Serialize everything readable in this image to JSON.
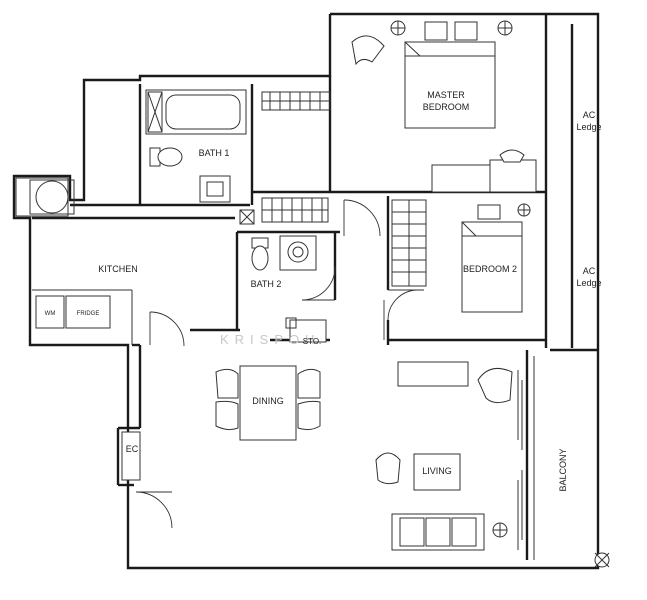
{
  "rooms": {
    "master_bedroom_line1": "MASTER",
    "master_bedroom_line2": "BEDROOM",
    "bath1": "BATH 1",
    "ac_ledge_top_line1": "AC",
    "ac_ledge_top_line2": "Ledge",
    "kitchen": "KITCHEN",
    "wm": "WM",
    "fridge": "FRIDGE",
    "bath2": "BATH 2",
    "bedroom2": "BEDROOM 2",
    "ac_ledge_bottom_line1": "AC",
    "ac_ledge_bottom_line2": "Ledge",
    "sto": "STO.",
    "dining": "DINING",
    "ec": "EC",
    "living": "LIVING",
    "balcony": "BALCONY"
  },
  "watermark": "KRISPOH"
}
